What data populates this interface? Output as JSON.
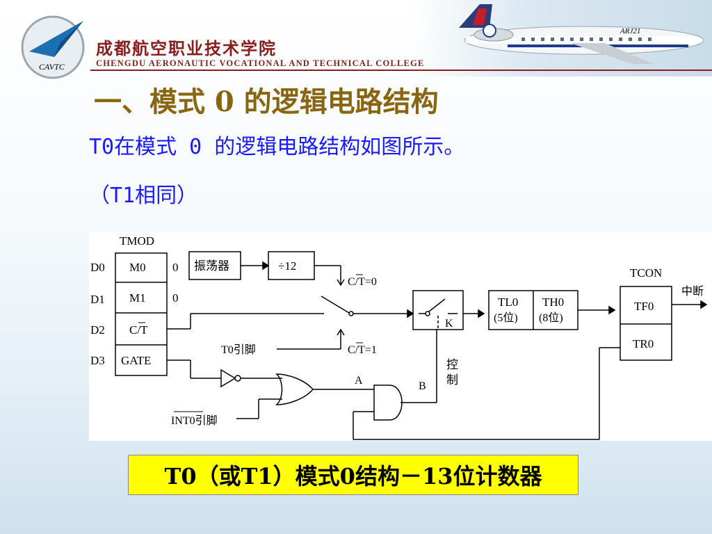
{
  "header": {
    "logo_abbr": "CAVTC",
    "college_cn": "成都航空职业技术学院",
    "college_en": "CHENGDU AERONAUTIC VOCATIONAL AND TECHNICAL COLLEGE",
    "plane_tag": "ARJ21",
    "brand_color": "#8a1c1c"
  },
  "title": "一、模式 0 的逻辑电路结构",
  "subtitle_line1": "T0在模式 0 的逻辑电路结构如图所示。",
  "subtitle_line2": "（T1相同）",
  "diagram": {
    "tmod_label": "TMOD",
    "bits": [
      "D0",
      "D1",
      "D2",
      "D3"
    ],
    "fields": [
      "M0",
      "M1",
      "C/T",
      "GATE"
    ],
    "m0_value": "0",
    "m1_value": "0",
    "oscillator": "振荡器",
    "divider": "÷12",
    "ct0": "C/T=0",
    "ct1": "C/T=1",
    "t0_pin": "T0引脚",
    "int0_pin": "INT0引脚",
    "k": "K",
    "tl0": "TL0",
    "tl0_bits": "(5位)",
    "th0": "TH0",
    "th0_bits": "(8位)",
    "tcon_label": "TCON",
    "tf0": "TF0",
    "tr0": "TR0",
    "interrupt": "中断",
    "a": "A",
    "b": "B",
    "control_1": "控",
    "control_2": "制"
  },
  "caption": "T0（或T1）模式0结构－13位计数器",
  "colors": {
    "title": "#8a6510",
    "subtitle": "#1a1aff",
    "caption_bg": "#ffff00"
  }
}
